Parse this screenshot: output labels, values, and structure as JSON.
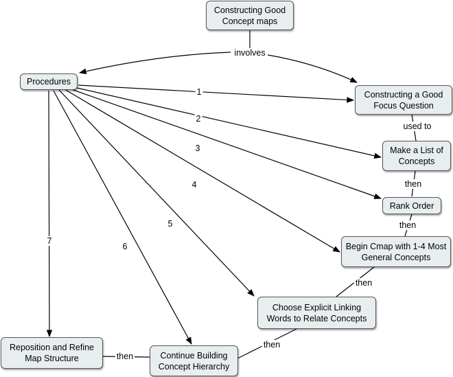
{
  "nodes": {
    "root": "Constructing Good Concept maps",
    "procedures": "Procedures",
    "focus": "Constructing a Good Focus Question",
    "list": "Make a List of Concepts",
    "rank": "Rank Order",
    "begin": "Begin Cmap with 1-4 Most General Concepts",
    "choose": "Choose Explicit Linking Words to Relate Concepts",
    "continue": "Continue Building Concept Hierarchy",
    "reposition": "Reposition and Refine Map Structure"
  },
  "links": {
    "involves": "involves",
    "used_to": "used to",
    "then_1": "then",
    "then_2": "then",
    "then_3": "then",
    "then_4": "then",
    "then_5": "then",
    "n1": "1",
    "n2": "2",
    "n3": "3",
    "n4": "4",
    "n5": "5",
    "n6": "6",
    "n7": "7"
  }
}
